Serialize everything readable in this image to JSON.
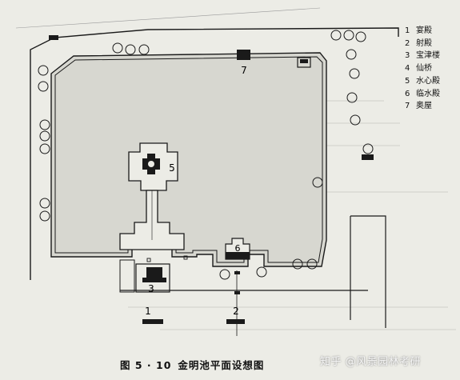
{
  "legend": [
    {
      "num": "1",
      "name": "宴殿"
    },
    {
      "num": "2",
      "name": "射殿"
    },
    {
      "num": "3",
      "name": "宝津楼"
    },
    {
      "num": "4",
      "name": "仙桥"
    },
    {
      "num": "5",
      "name": "水心殿"
    },
    {
      "num": "6",
      "name": "临水殿"
    },
    {
      "num": "7",
      "name": "奥屋"
    }
  ],
  "plan_labels": {
    "b1": "1",
    "b2": "2",
    "b3": "3",
    "b5": "5",
    "b6": "6",
    "b7": "7"
  },
  "caption": {
    "fig": "图 5 · 10",
    "title": "金明池平面设想图"
  },
  "watermark": "知乎 @风景园林考研",
  "colors": {
    "paper": "#ecece6",
    "ink": "#1a1a1a",
    "water": "#d7d7d0"
  }
}
